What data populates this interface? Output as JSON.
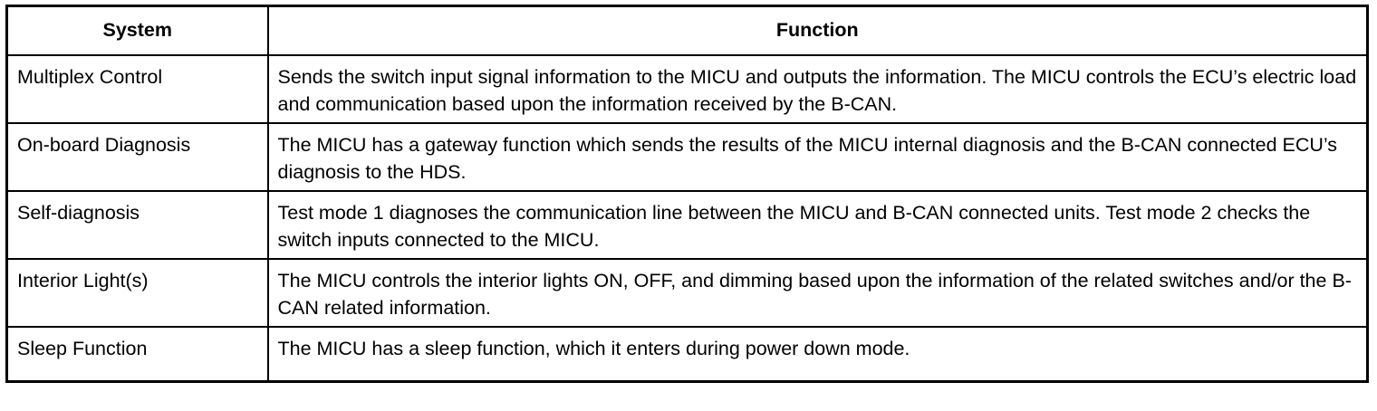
{
  "table": {
    "headers": {
      "system": "System",
      "function": "Function"
    },
    "rows": [
      {
        "system": "Multiplex Control",
        "function": "Sends the switch input signal information to the MICU and outputs the information. The MICU controls the ECU’s electric load and communication based upon the information received by the B-CAN."
      },
      {
        "system": "On-board Diagnosis",
        "function": "The MICU has a gateway function which sends the results of the MICU internal diagnosis and the B-CAN connected ECU’s diagnosis to the HDS."
      },
      {
        "system": "Self-diagnosis",
        "function": "Test mode 1 diagnoses the communication line between the MICU and B-CAN connected units. Test mode 2 checks the switch inputs connected to the MICU."
      },
      {
        "system": "Interior Light(s)",
        "function": "The MICU controls the interior lights ON, OFF, and dimming based upon the information of the related switches and/or the B-CAN related information."
      },
      {
        "system": "Sleep Function",
        "function": "The MICU has a sleep function, which it enters during power down mode."
      }
    ]
  }
}
